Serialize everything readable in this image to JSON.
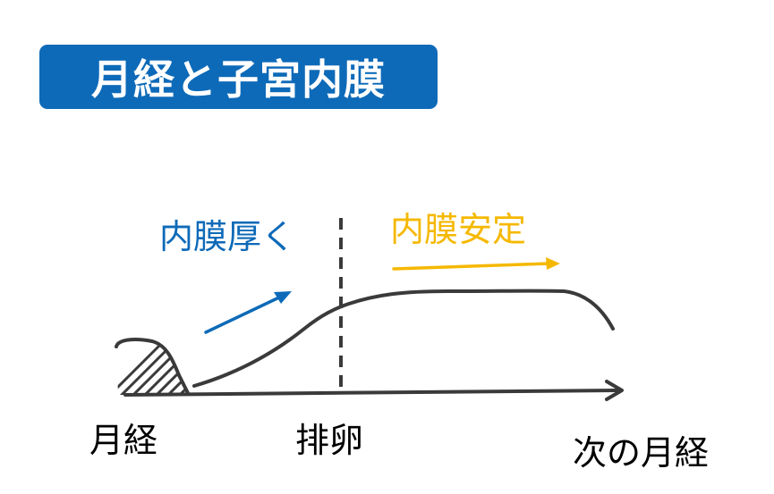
{
  "title": "月経と子宮内膜",
  "phase_labels": {
    "thickening": "内膜厚く",
    "stable": "内膜安定"
  },
  "axis_labels": {
    "menstruation": "月経",
    "ovulation": "排卵",
    "next_menstruation": "次の月経"
  },
  "colors": {
    "title_bg": "#0d6ab8",
    "thickening": "#0d6ab8",
    "stable": "#f5b800",
    "line": "#3a3a3a"
  }
}
